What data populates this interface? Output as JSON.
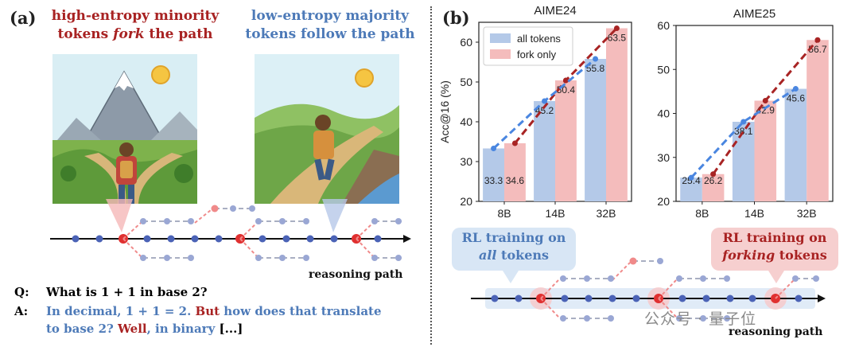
{
  "panel_a": {
    "label": "(a)",
    "left_headline_line1": "high-entropy minority",
    "left_headline_line2_pre": "tokens ",
    "left_headline_line2_em": "fork",
    "left_headline_line2_post": " the path",
    "right_headline_line1": "low-entropy majority",
    "right_headline_line2": "tokens follow the path",
    "path_label": "reasoning path",
    "q_prefix": "Q:",
    "q_text": "What is 1 + 1 in base 2?",
    "a_prefix": "A:",
    "a_seg1": "In decimal, 1 + 1 = 2. ",
    "a_seg2": "But",
    "a_seg3": " how does that translate",
    "a_seg4": "to base 2? ",
    "a_seg5": "Well",
    "a_seg6": ", in binary ",
    "a_seg7": "[...]"
  },
  "panel_b": {
    "label": "(b)",
    "callout_all_line1": "RL training on",
    "callout_all_line2": "all",
    "callout_all_line2_post": " tokens",
    "callout_fork_line1": "RL training on",
    "callout_fork_line2": "forking",
    "callout_fork_line2_post": " tokens",
    "path_label": "reasoning path"
  },
  "watermark": "公众号 · 量子位",
  "colors": {
    "all_tokens": "#b4c9e8",
    "fork_only": "#f4bcbc",
    "all_line": "#4a86e0",
    "fork_line": "#a82424",
    "red": "#a82222",
    "blue": "#4d7ab8"
  },
  "chart_data": [
    {
      "type": "bar",
      "title": "AIME24",
      "ylabel": "Acc@16 (%)",
      "categories": [
        "8B",
        "14B",
        "32B"
      ],
      "ylim": [
        20,
        65
      ],
      "yticks": [
        20,
        30,
        40,
        50,
        60
      ],
      "legend": "top-left",
      "series": [
        {
          "name": "all tokens",
          "values": [
            33.3,
            45.2,
            55.8
          ]
        },
        {
          "name": "fork only",
          "values": [
            34.6,
            50.4,
            63.5
          ]
        }
      ]
    },
    {
      "type": "bar",
      "title": "AIME25",
      "ylabel": "",
      "categories": [
        "8B",
        "14B",
        "32B"
      ],
      "ylim": [
        20,
        60
      ],
      "yticks": [
        20,
        30,
        40,
        50,
        60
      ],
      "series": [
        {
          "name": "all tokens",
          "values": [
            25.4,
            38.1,
            45.6
          ]
        },
        {
          "name": "fork only",
          "values": [
            26.2,
            42.9,
            56.7
          ]
        }
      ]
    }
  ]
}
